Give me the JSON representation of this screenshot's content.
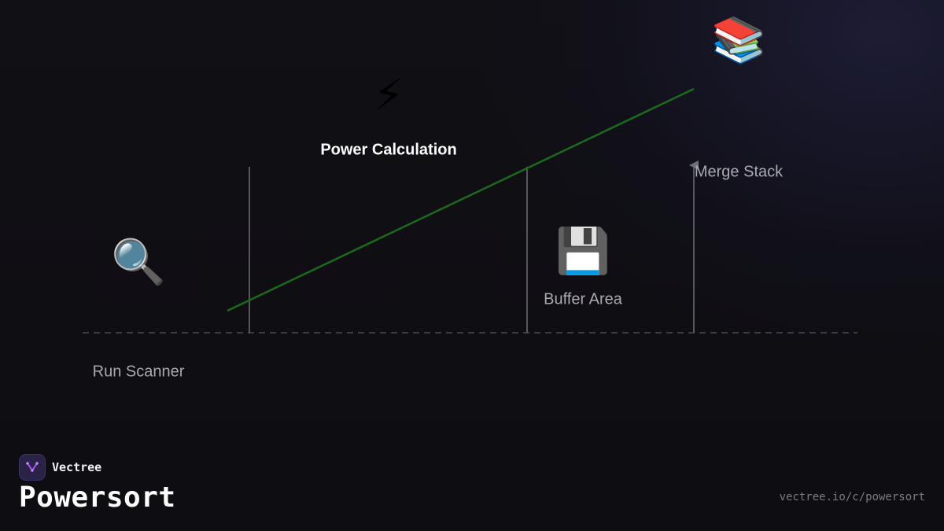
{
  "brand": {
    "name": "Vectree"
  },
  "title": "Powersort",
  "url": "vectree.io/c/powersort",
  "nodes": [
    {
      "id": "run-scanner",
      "icon": "magnifying-glass-icon",
      "glyph": "🔍",
      "label": "Run Scanner"
    },
    {
      "id": "power-calculation",
      "icon": "lightning-bolt-icon",
      "glyph": "⚡",
      "label": "Power Calculation"
    },
    {
      "id": "buffer-area",
      "icon": "floppy-disk-icon",
      "glyph": "💾",
      "label": "Buffer Area"
    },
    {
      "id": "merge-stack",
      "icon": "stack-of-books-icon",
      "glyph": "📚",
      "label": "Merge Stack"
    }
  ],
  "colors": {
    "trend_line": "#1c6a1c",
    "divider": "#6e6e76",
    "baseline": "#4a4a52",
    "label": "#a9a9b0",
    "highlight_label": "#ffffff"
  }
}
